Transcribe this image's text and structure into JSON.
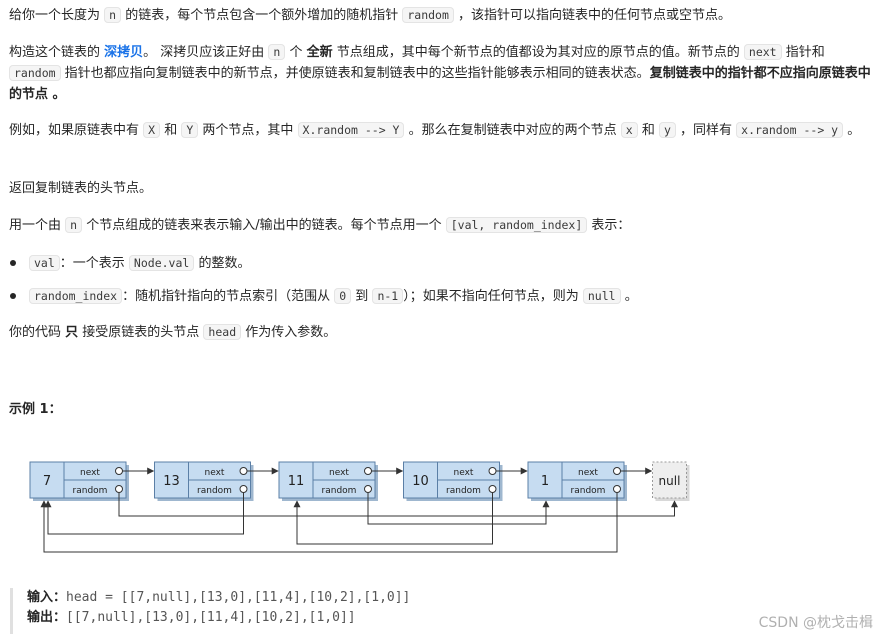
{
  "p1": {
    "t1": "给你一个长度为 ",
    "c1": "n",
    "t2": " 的链表，每个节点包含一个额外增加的随机指针 ",
    "c2": "random",
    "t3": " ，该指针可以指向链表中的任何节点或空节点。"
  },
  "p2": {
    "t1": "构造这个链表的 ",
    "link": "深拷贝",
    "t2": "。 深拷贝应该正好由 ",
    "c1": "n",
    "t3": " 个 ",
    "b1": "全新",
    "t4": " 节点组成，其中每个新节点的值都设为其对应的原节点的值。新节点的 ",
    "c2": "next",
    "t5": " 指针和 ",
    "c3": "random",
    "t6": " 指针也都应指向复制链表中的新节点，并使原链表和复制链表中的这些指针能够表示相同的链表状态。",
    "b2": "复制链表中的指针都不应指向原链表中的节点 。"
  },
  "p3": {
    "t1": "例如，如果原链表中有 ",
    "c1": "X",
    "t2": " 和 ",
    "c2": "Y",
    "t3": " 两个节点，其中 ",
    "c3": "X.random --> Y",
    "t4": " 。那么在复制链表中对应的两个节点 ",
    "c4": "x",
    "t5": " 和 ",
    "c5": "y",
    "t6": " ，同样有 ",
    "c6": "x.random --> y",
    "t7": " 。"
  },
  "p4": "返回复制链表的头节点。",
  "p5": {
    "t1": "用一个由 ",
    "c1": "n",
    "t2": " 个节点组成的链表来表示输入/输出中的链表。每个节点用一个 ",
    "c2": "[val, random_index]",
    "t3": " 表示："
  },
  "bullets": [
    {
      "c1": "val",
      "t1": "：一个表示 ",
      "c2": "Node.val",
      "t2": " 的整数。"
    },
    {
      "c1": "random_index",
      "t1": "：随机指针指向的节点索引（范围从 ",
      "c2": "0",
      "t2": " 到 ",
      "c3": "n-1",
      "t3": "）；如果不指向任何节点，则为 ",
      "c4": "null",
      "t4": " 。"
    }
  ],
  "p6": {
    "t1": "你的代码 ",
    "b1": "只",
    "t2": " 接受原链表的头节点 ",
    "c1": "head",
    "t3": " 作为传入参数。"
  },
  "example_title": "示例 1：",
  "diagram": {
    "nodes": [
      "7",
      "13",
      "11",
      "10",
      "1"
    ],
    "null_label": "null",
    "next_label": "next",
    "random_label": "random",
    "random_index": [
      null,
      0,
      4,
      2,
      0
    ],
    "colors": {
      "node_fill": "#c6dcf1",
      "node_stroke": "#5b7fa6",
      "null_fill": "#eeeeee"
    }
  },
  "io": {
    "input_label": "输入：",
    "input_value": "head = [[7,null],[13,0],[11,4],[10,2],[1,0]]",
    "output_label": "输出：",
    "output_value": "[[7,null],[13,0],[11,4],[10,2],[1,0]]"
  },
  "watermark": "CSDN @枕戈击楫"
}
